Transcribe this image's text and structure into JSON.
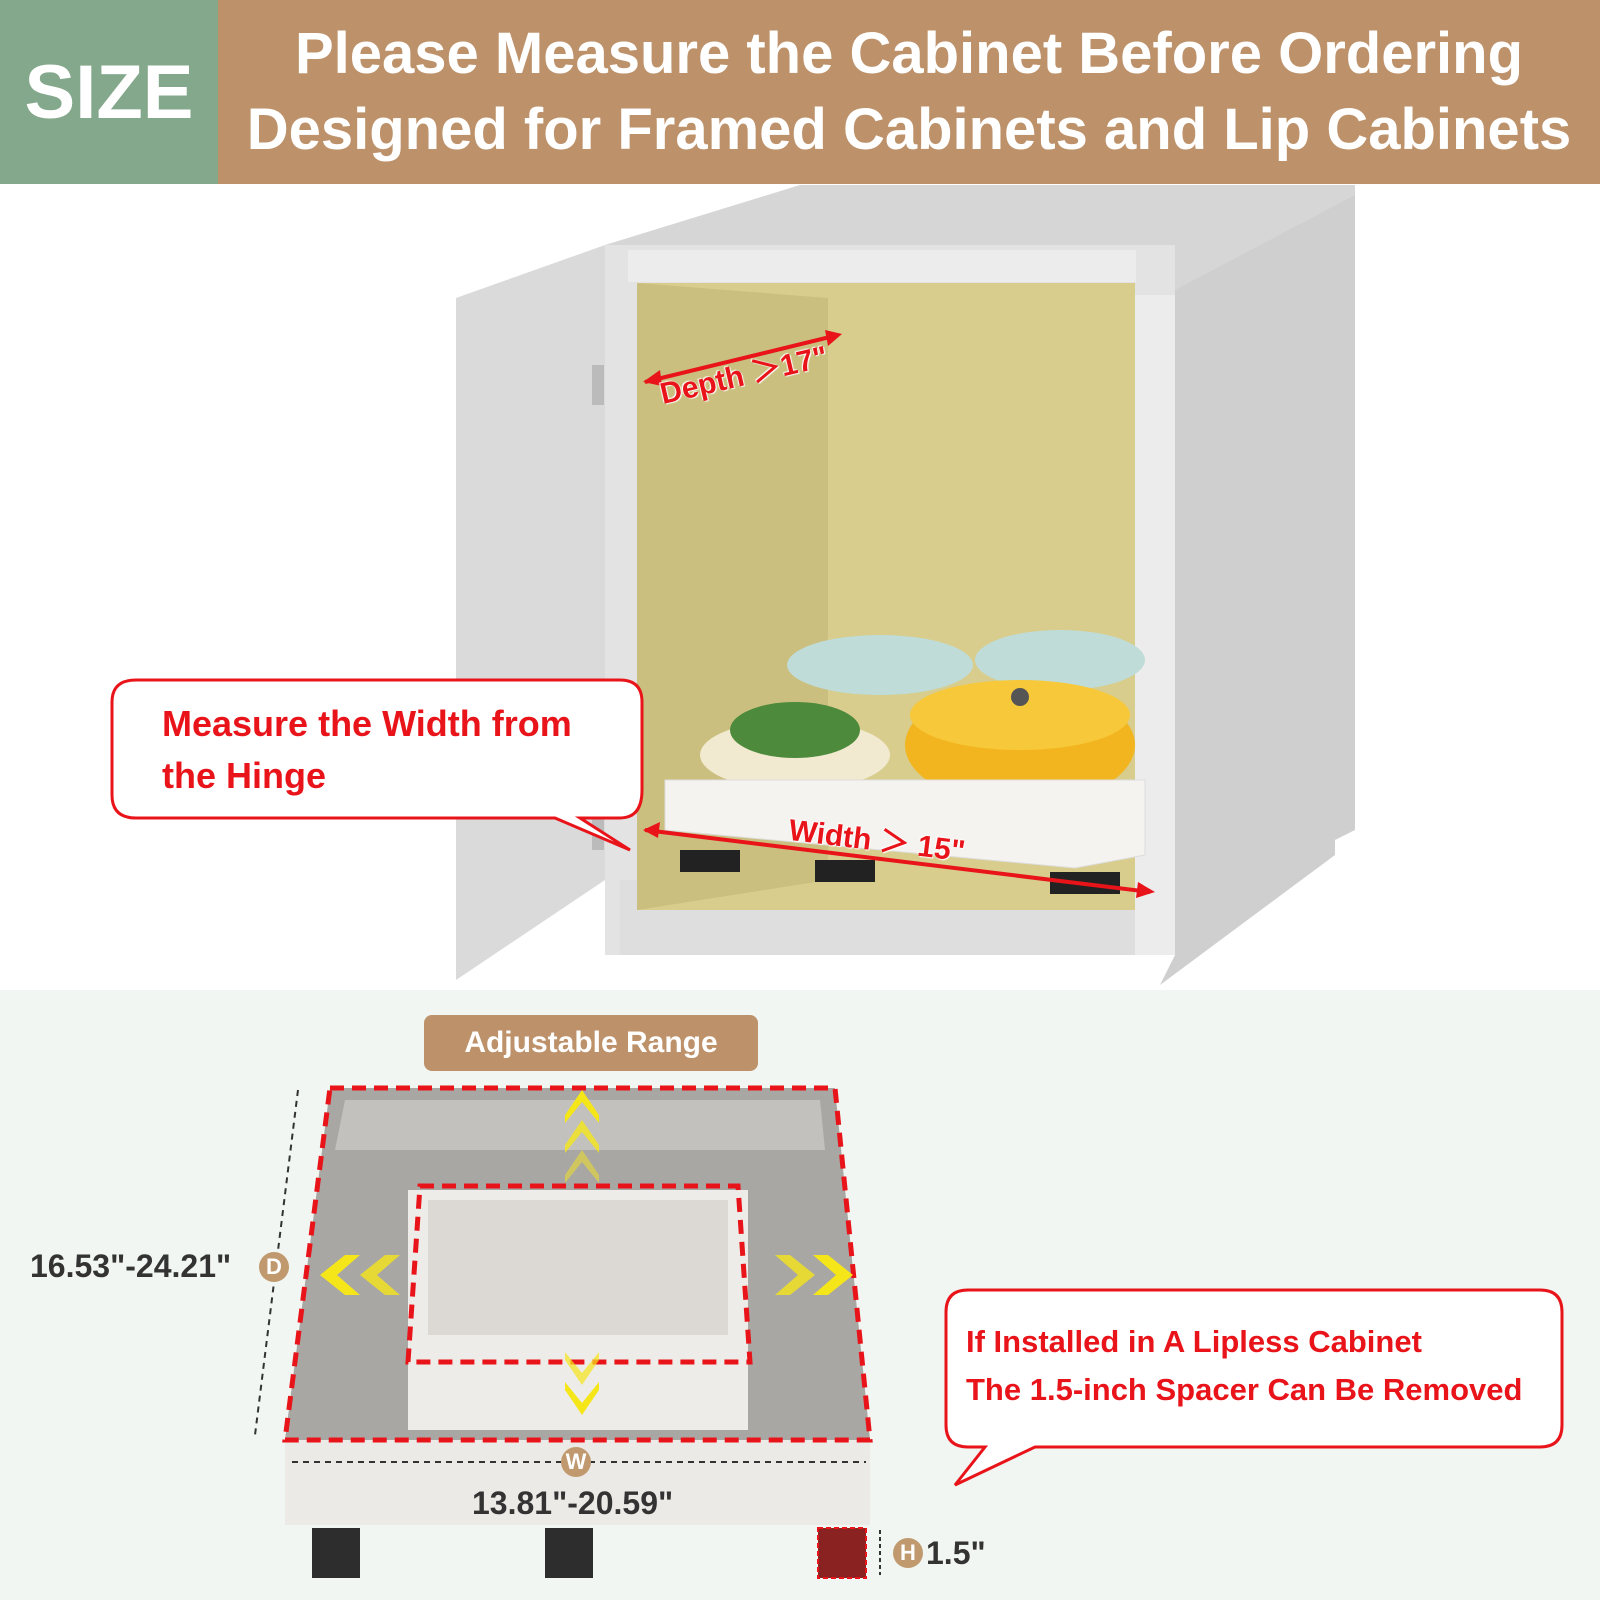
{
  "header": {
    "badge": "SIZE",
    "line1": "Please Measure the Cabinet Before Ordering",
    "line2": "Designed for Framed Cabinets and Lip Cabinets"
  },
  "cabinet": {
    "depth_label": "Depth ＞17\"",
    "width_label": "Width ＞ 15\"",
    "callout_line1": "Measure the Width from",
    "callout_line2": "the Hinge"
  },
  "range": {
    "title": "Adjustable Range",
    "depth_value": "16.53\"-24.21\"",
    "depth_badge": "D",
    "width_value": "13.81\"-20.59\"",
    "width_badge": "W",
    "height_badge": "H",
    "height_value": "1.5\"",
    "note_line1": "If Installed in A Lipless Cabinet",
    "note_line2": "The 1.5-inch Spacer Can Be Removed"
  },
  "colors": {
    "header_green": "#84a88c",
    "header_brown": "#bd9169",
    "accent_red": "#e8141a",
    "arrow_yellow": "#f5e61a"
  }
}
